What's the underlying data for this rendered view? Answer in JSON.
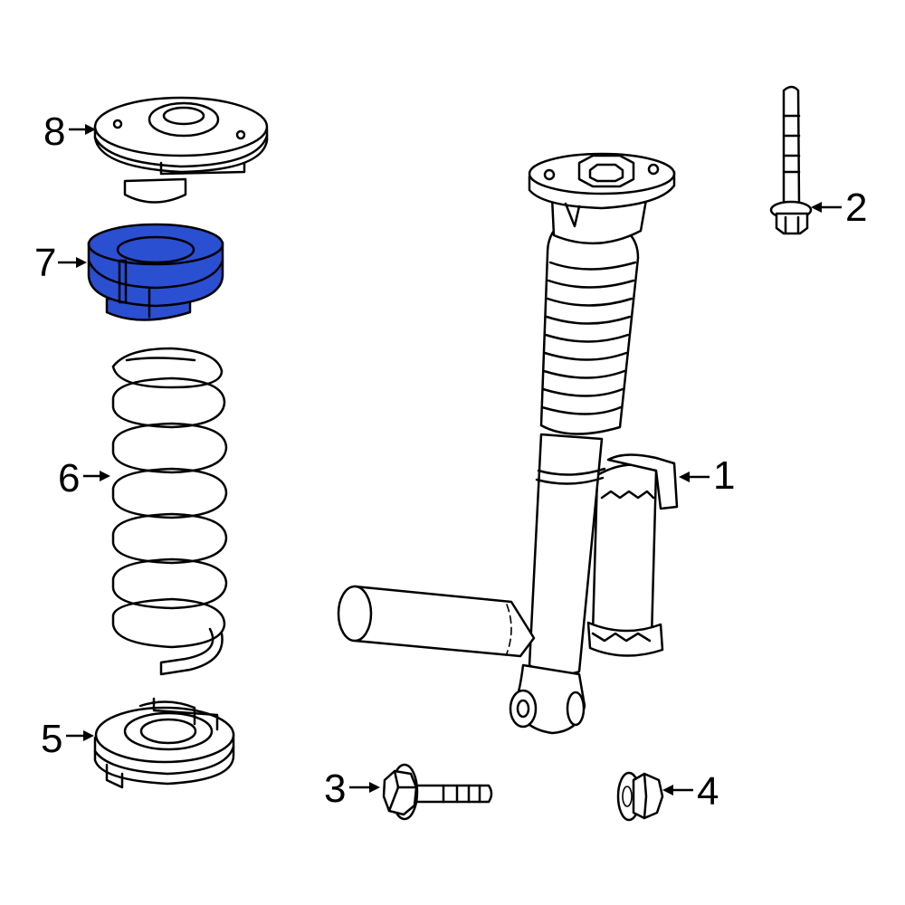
{
  "diagram": {
    "highlight_color": "#2b4fd1",
    "callouts": [
      {
        "id": "1",
        "label": "1"
      },
      {
        "id": "2",
        "label": "2"
      },
      {
        "id": "3",
        "label": "3"
      },
      {
        "id": "4",
        "label": "4"
      },
      {
        "id": "5",
        "label": "5"
      },
      {
        "id": "6",
        "label": "6"
      },
      {
        "id": "7",
        "label": "7"
      },
      {
        "id": "8",
        "label": "8"
      }
    ],
    "highlighted_part": "7"
  }
}
